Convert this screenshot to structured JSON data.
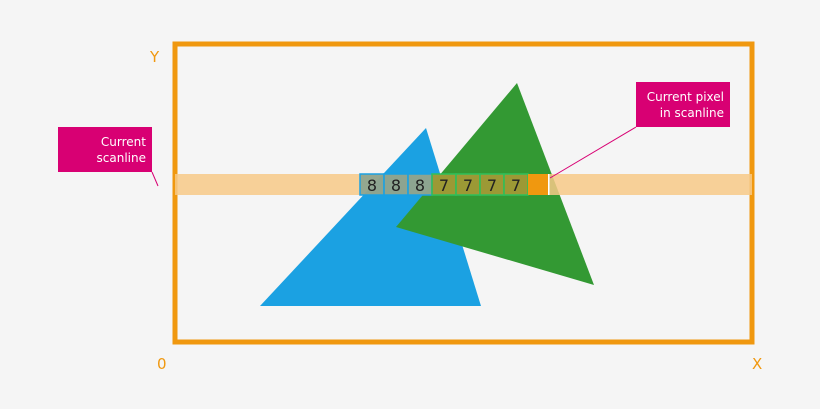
{
  "axes": {
    "y_label": "Y",
    "x_label": "X",
    "origin_label": "0"
  },
  "scanline_values": [
    "8",
    "8",
    "8",
    "7",
    "7",
    "7",
    "7"
  ],
  "callouts": {
    "scanline": {
      "line1": "Current",
      "line2": "scanline"
    },
    "pixel": {
      "line1": "Current pixel",
      "line2": "in scanline"
    }
  },
  "colors": {
    "frame": "#f0980f",
    "scanline": "#f7c987",
    "blue": "#1ba1e2",
    "green": "#339933",
    "callout": "#d80073",
    "pixel": "#f0980f"
  }
}
